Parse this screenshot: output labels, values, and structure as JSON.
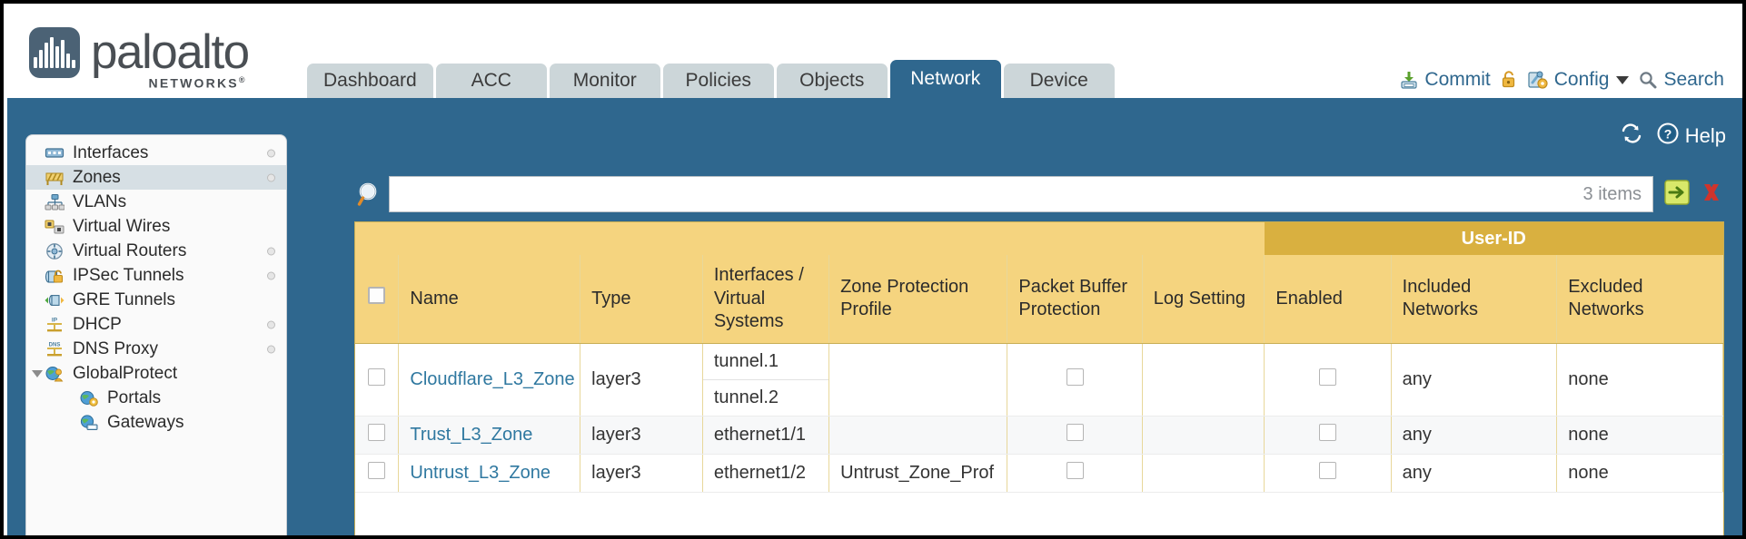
{
  "brand": {
    "name": "paloalto",
    "sub": "NETWORKS",
    "registered": "®"
  },
  "nav": {
    "tabs": [
      {
        "label": "Dashboard",
        "active": false
      },
      {
        "label": "ACC",
        "active": false
      },
      {
        "label": "Monitor",
        "active": false
      },
      {
        "label": "Policies",
        "active": false
      },
      {
        "label": "Objects",
        "active": false
      },
      {
        "label": "Network",
        "active": true
      },
      {
        "label": "Device",
        "active": false
      }
    ]
  },
  "toolbar": {
    "commit_label": "Commit",
    "commit_icon": "commit-download-icon",
    "lock_icon": "lock-icon",
    "config_label": "Config",
    "config_icon": "config-wrench-icon",
    "config_caret": "chevron-down-icon",
    "search_label": "Search",
    "search_icon": "search-icon"
  },
  "band": {
    "refresh_icon": "refresh-icon",
    "help_label": "Help",
    "help_icon": "help-question-icon"
  },
  "sidebar": {
    "items": [
      {
        "label": "Interfaces",
        "icon": "interfaces-icon",
        "selected": false,
        "dot": true,
        "child": false,
        "caret": false
      },
      {
        "label": "Zones",
        "icon": "zones-icon",
        "selected": true,
        "dot": true,
        "child": false,
        "caret": false
      },
      {
        "label": "VLANs",
        "icon": "vlans-icon",
        "selected": false,
        "dot": false,
        "child": false,
        "caret": false
      },
      {
        "label": "Virtual Wires",
        "icon": "virtual-wires-icon",
        "selected": false,
        "dot": false,
        "child": false,
        "caret": false
      },
      {
        "label": "Virtual Routers",
        "icon": "virtual-routers-icon",
        "selected": false,
        "dot": true,
        "child": false,
        "caret": false
      },
      {
        "label": "IPSec Tunnels",
        "icon": "ipsec-tunnels-icon",
        "selected": false,
        "dot": true,
        "child": false,
        "caret": false
      },
      {
        "label": "GRE Tunnels",
        "icon": "gre-tunnels-icon",
        "selected": false,
        "dot": false,
        "child": false,
        "caret": false
      },
      {
        "label": "DHCP",
        "icon": "dhcp-icon",
        "selected": false,
        "dot": true,
        "child": false,
        "caret": false
      },
      {
        "label": "DNS Proxy",
        "icon": "dns-proxy-icon",
        "selected": false,
        "dot": true,
        "child": false,
        "caret": false
      },
      {
        "label": "GlobalProtect",
        "icon": "globalprotect-icon",
        "selected": false,
        "dot": false,
        "child": false,
        "caret": true
      },
      {
        "label": "Portals",
        "icon": "portals-icon",
        "selected": false,
        "dot": false,
        "child": true,
        "caret": false
      },
      {
        "label": "Gateways",
        "icon": "gateways-icon",
        "selected": false,
        "dot": false,
        "child": true,
        "caret": false
      }
    ]
  },
  "filter": {
    "search_icon": "search-magnifier-icon",
    "value": "",
    "placeholder": "",
    "item_count": "3 items",
    "apply_icon": "apply-arrow-icon",
    "clear_icon": "clear-x-icon"
  },
  "table": {
    "group_header": "User-ID",
    "columns": [
      "Name",
      "Type",
      "Interfaces / Virtual Systems",
      "Zone Protection Profile",
      "Packet Buffer Protection",
      "Log Setting",
      "Enabled",
      "Included Networks",
      "Excluded Networks"
    ],
    "rows": [
      {
        "selected": false,
        "name": "Cloudflare_L3_Zone",
        "type": "layer3",
        "interfaces": [
          "tunnel.1",
          "tunnel.2"
        ],
        "zone_protection_profile": "",
        "packet_buffer_protection": false,
        "log_setting": "",
        "userid_enabled": false,
        "included_networks": "any",
        "excluded_networks": "none"
      },
      {
        "selected": false,
        "name": "Trust_L3_Zone",
        "type": "layer3",
        "interfaces": [
          "ethernet1/1"
        ],
        "zone_protection_profile": "",
        "packet_buffer_protection": false,
        "log_setting": "",
        "userid_enabled": false,
        "included_networks": "any",
        "excluded_networks": "none"
      },
      {
        "selected": false,
        "name": "Untrust_L3_Zone",
        "type": "layer3",
        "interfaces": [
          "ethernet1/2"
        ],
        "zone_protection_profile": "Untrust_Zone_Prof",
        "packet_buffer_protection": false,
        "log_setting": "",
        "userid_enabled": false,
        "included_networks": "any",
        "excluded_networks": "none"
      }
    ]
  },
  "colors": {
    "brand_blue": "#2f678e",
    "header_gold": "#f5d47f",
    "group_gold": "#d9b040",
    "tab_inactive": "#ccd6d9",
    "link_blue": "#2f78a0",
    "sidebar_selected": "#d6dfe4"
  }
}
